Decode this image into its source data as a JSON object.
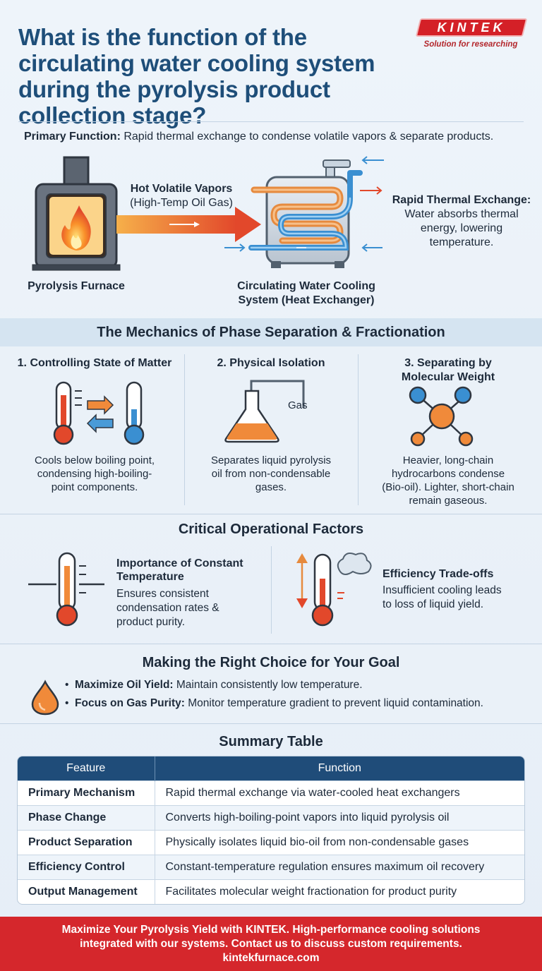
{
  "header": {
    "title": "What is the function of the circulating water cooling system during the pyrolysis product collection stage?",
    "logo": {
      "name": "KINTEK",
      "tagline": "Solution for researching"
    }
  },
  "primary": {
    "label": "Primary Function:",
    "text": " Rapid thermal exchange to condense volatile vapors & separate products."
  },
  "flow": {
    "vapor_label_1": "Hot Volatile Vapors",
    "vapor_label_2": "(High-Temp Oil Gas)",
    "furnace_label": "Pyrolysis Furnace",
    "cooler_label_1": "Circulating Water Cooling",
    "cooler_label_2": "System (Heat Exchanger)",
    "exchange_title": "Rapid Thermal Exchange:",
    "exchange_desc_1": "Water absorbs thermal",
    "exchange_desc_2": "energy, lowering",
    "exchange_desc_3": "temperature."
  },
  "mechanics": {
    "title": "The Mechanics of Phase Separation & Fractionation",
    "col1": {
      "title": "1. Controlling State of Matter",
      "desc": [
        "Cools below boiling point,",
        "condensing high-boiling-",
        "point components."
      ]
    },
    "col2": {
      "title": "2. Physical Isolation",
      "gas_label": "Gas",
      "desc": [
        "Separates liquid pyrolysis",
        "oil from non-condensable",
        "gases."
      ]
    },
    "col3": {
      "title": [
        "3. Separating by",
        "Molecular Weight"
      ],
      "desc": [
        "Heavier, long-chain",
        "hydrocarbons condense",
        "(Bio-oil). Lighter, short-chain",
        "remain gaseous."
      ]
    }
  },
  "factors": {
    "title": "Critical Operational Factors",
    "f1": {
      "title": [
        "Importance of Constant",
        "Temperature"
      ],
      "desc": [
        "Ensures consistent",
        "condensation rates &",
        "product purity."
      ]
    },
    "f2": {
      "title": "Efficiency Trade-offs",
      "desc": [
        "Insufficient cooling leads",
        "to loss of liquid yield."
      ]
    }
  },
  "choice": {
    "title": "Making the Right Choice for Your Goal",
    "items": [
      {
        "label": "Maximize Oil Yield:",
        "text": " Maintain consistently low temperature."
      },
      {
        "label": "Focus on Gas Purity:",
        "text": " Monitor temperature gradient to prevent liquid contamination."
      }
    ]
  },
  "summary": {
    "title": "Summary Table",
    "headers": [
      "Feature",
      "Function"
    ],
    "rows": [
      [
        "Primary Mechanism",
        "Rapid thermal exchange via water-cooled heat exchangers"
      ],
      [
        "Phase Change",
        "Converts high-boiling-point vapors into liquid pyrolysis oil"
      ],
      [
        "Product Separation",
        "Physically isolates liquid bio-oil from non-condensable gases"
      ],
      [
        "Efficiency Control",
        "Constant-temperature regulation ensures maximum oil recovery"
      ],
      [
        "Output Management",
        "Facilitates molecular weight fractionation for product purity"
      ]
    ]
  },
  "footer": {
    "line1": "Maximize Your Pyrolysis Yield with KINTEK. High-performance cooling solutions",
    "line2": "integrated with our systems. Contact us to discuss custom requirements.",
    "line3": "kintekfurnace.com"
  },
  "colors": {
    "primary": "#1e4e79",
    "accent": "#d42027",
    "flame": "#f26b21",
    "water": "#3a8fd1"
  }
}
